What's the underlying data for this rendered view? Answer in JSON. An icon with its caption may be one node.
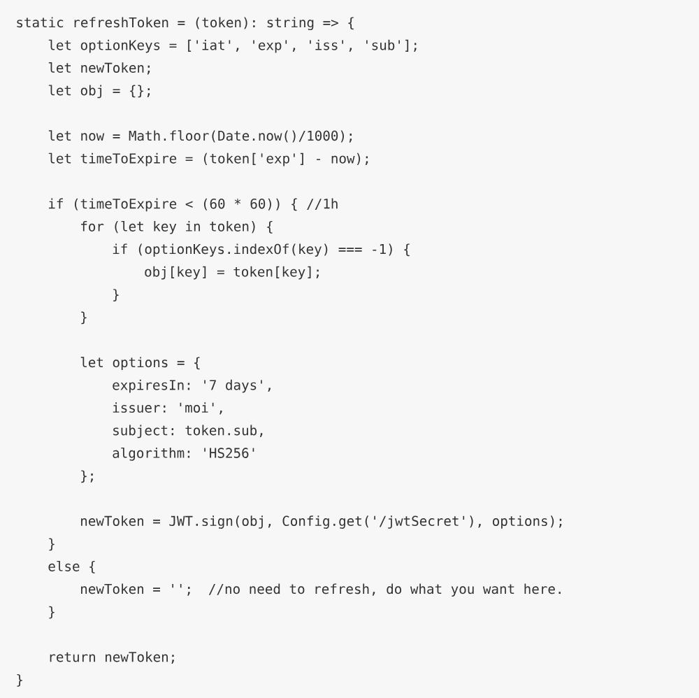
{
  "diagram": {
    "labels": [
      "static refreshToken = (token): string => {",
      "let optionKeys = ['iat', 'exp', 'iss', 'sub'];",
      "let newToken;",
      "let obj = {};",
      "let now = Math.floor(Date.now()/1000);",
      "let timeToExpire = (token['exp'] - now);",
      "if (timeToExpire < (60 * 60)) { //1h",
      "for (let key in token) {",
      "if (optionKeys.indexOf(key) === -1) {",
      "obj[key] = token[key];",
      "}",
      "}",
      "let options = {",
      "expiresIn: '7 days',",
      "issuer: 'moi',",
      "subject: token.sub,",
      "algorithm: 'HS256'",
      "};",
      "newToken = JWT.sign(obj, Config.get('/jwtSecret'), options);",
      "}",
      "else {",
      "newToken = '';",
      "//no need to refresh, do what you want here.",
      "}",
      "return newToken;",
      "}"
    ]
  }
}
